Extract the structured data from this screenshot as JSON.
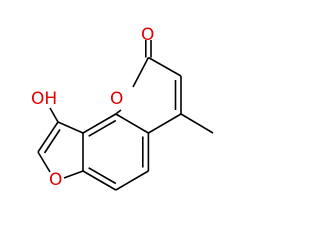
{
  "molecule": {
    "atoms": {
      "hydroxyl": "OH",
      "carbonyl_oxygen": "O",
      "pyranone_oxygen": "O",
      "furan_oxygen": "O"
    },
    "colors": {
      "bond": "#000000",
      "heteroatom": "#e00000"
    }
  }
}
